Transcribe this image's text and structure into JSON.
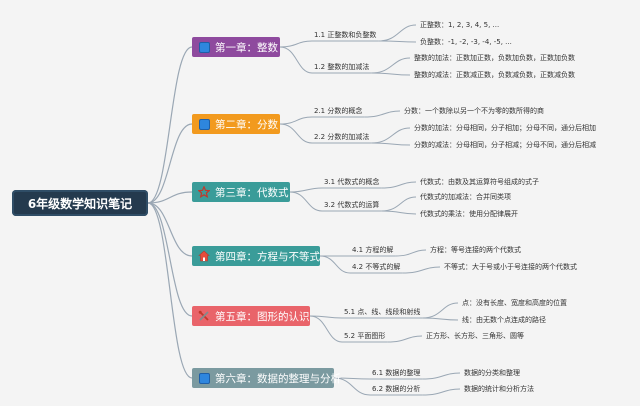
{
  "root": {
    "label": "6年级数学知识笔记"
  },
  "colors": {
    "ch1": "#8e4a9e",
    "ch2": "#f29a1e",
    "ch3": "#3a9c99",
    "ch4": "#3a9c99",
    "ch5": "#e9646a",
    "ch6": "#7b9aa0",
    "line": "#9aa7b4"
  },
  "chapters": [
    {
      "label": "第一章：整数",
      "icon": "blue-square-icon",
      "sections": [
        {
          "label": "1.1 正整数和负整数",
          "leaves": [
            "正整数：1, 2, 3, 4, 5, ...",
            "负整数：-1, -2, -3, -4, -5, ..."
          ]
        },
        {
          "label": "1.2 整数的加减法",
          "leaves": [
            "整数的加法：正数加正数，负数加负数，正数加负数",
            "整数的减法：正数减正数，负数减负数，正数减负数"
          ]
        }
      ]
    },
    {
      "label": "第二章：分数",
      "icon": "blue-square-icon",
      "sections": [
        {
          "label": "2.1 分数的概念",
          "leaves": [
            "分数：一个数除以另一个不为零的数所得的商"
          ]
        },
        {
          "label": "2.2 分数的加减法",
          "leaves": [
            "分数的加法：分母相同，分子相加；分母不同，通分后相加",
            "分数的减法：分母相同，分子相减；分母不同，通分后相减"
          ]
        }
      ]
    },
    {
      "label": "第三章：代数式",
      "icon": "star-icon",
      "sections": [
        {
          "label": "3.1 代数式的概念",
          "leaves": [
            "代数式：由数及其运算符号组成的式子"
          ]
        },
        {
          "label": "3.2 代数式的运算",
          "leaves": [
            "代数式的加减法：合并同类项",
            "代数式的乘法：使用分配律展开"
          ]
        }
      ]
    },
    {
      "label": "第四章：方程与不等式",
      "icon": "house-icon",
      "sections": [
        {
          "label": "4.1 方程的解",
          "leaves": [
            "方程：等号连接的两个代数式"
          ]
        },
        {
          "label": "4.2 不等式的解",
          "leaves": [
            "不等式：大于号或小于号连接的两个代数式"
          ]
        }
      ]
    },
    {
      "label": "第五章：图形的认识",
      "icon": "tools-icon",
      "sections": [
        {
          "label": "5.1 点、线、线段和射线",
          "leaves": [
            "点：没有长度、宽度和高度的位置",
            "线：由无数个点连成的路径"
          ]
        },
        {
          "label": "5.2 平面图形",
          "leaves": [
            "正方形、长方形、三角形、圆等"
          ]
        }
      ]
    },
    {
      "label": "第六章：数据的整理与分析",
      "icon": "blue-square-icon",
      "sections": [
        {
          "label": "6.1 数据的整理",
          "leaves": [
            "数据的分类和整理"
          ]
        },
        {
          "label": "6.2 数据的分析",
          "leaves": [
            "数据的统计和分析方法"
          ]
        }
      ]
    }
  ]
}
